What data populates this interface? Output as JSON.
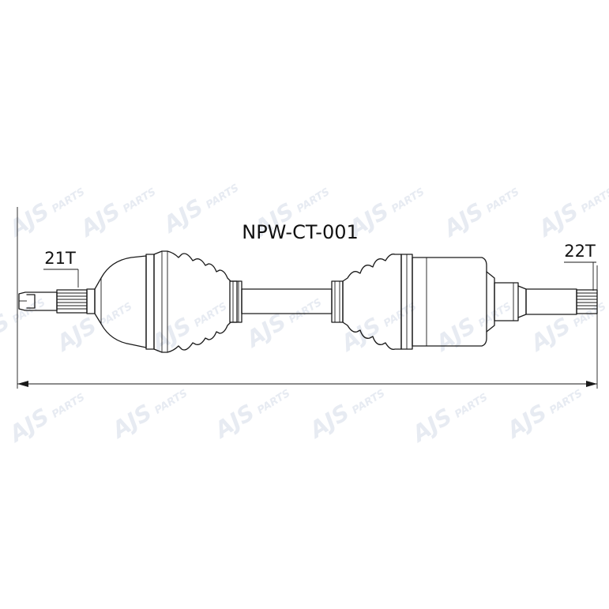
{
  "part_number": "NPW-CT-001",
  "left_spline_label": "21T",
  "right_spline_label": "22T",
  "watermark": {
    "brand": "AJS",
    "text": "PARTS",
    "color": "#e7ebf2"
  },
  "colors": {
    "line": "#1a1a1a",
    "background": "#ffffff"
  }
}
